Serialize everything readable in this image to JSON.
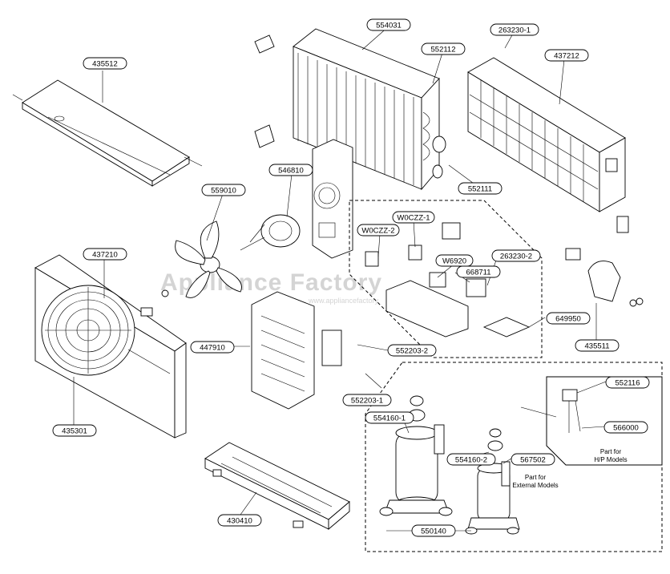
{
  "watermark": {
    "main": "Appliance Factory",
    "sub": "www.appliancefactory"
  },
  "callouts": {
    "c435512": "435512",
    "c554031": "554031",
    "c552112": "552112",
    "c263230_1": "263230-1",
    "c437212": "437212",
    "c546810": "546810",
    "c559010": "559010",
    "c552111": "552111",
    "c437210": "437210",
    "c0CZZ_2": "W0CZZ-2",
    "c0CZZ_1": "W0CZZ-1",
    "c6920": "W6920",
    "c263230_2": "263230-2",
    "c68711": "668711",
    "c649950": "649950",
    "c435511": "435511",
    "c447910": "447910",
    "c552203_2": "552203-2",
    "c552203_1": "552203-1",
    "c552116": "552116",
    "c566000": "566000",
    "c554160_1": "554160-1",
    "c554160_2": "554160-2",
    "c567502": "567502",
    "c435301": "435301",
    "c430410": "430410",
    "c550140": "550140"
  },
  "notes": {
    "hp_line1": "Part for",
    "hp_line2": "H/P Models",
    "ext_line1": "Part for",
    "ext_line2": "External Models"
  }
}
